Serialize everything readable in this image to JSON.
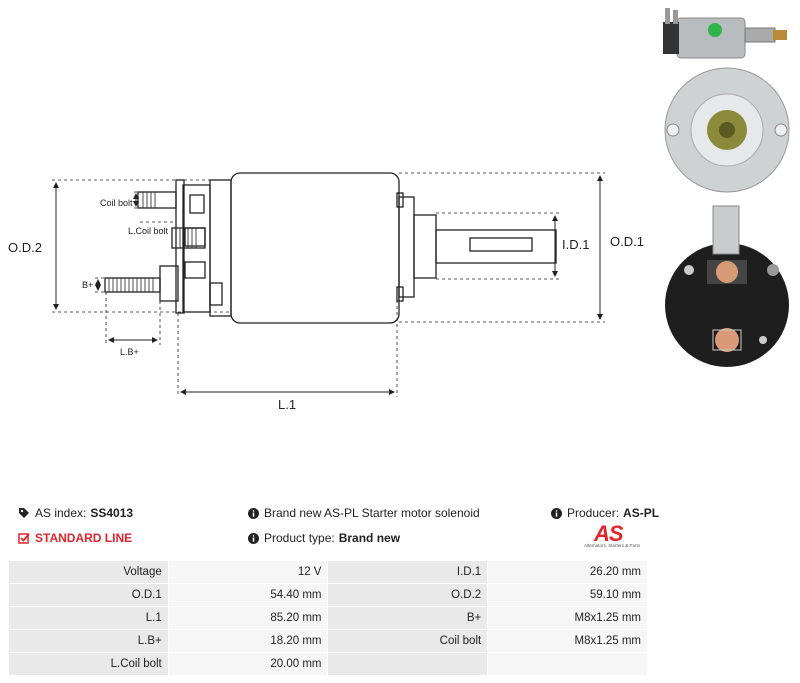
{
  "diagram": {
    "labels": {
      "od2": "O.D.2",
      "od1": "O.D.1",
      "id1": "I.D.1",
      "l1": "L.1",
      "coil_bolt": "Coil bolt",
      "l_coil_bolt": "L.Coil bolt",
      "b_plus": "B+",
      "l_b_plus": "L.B+"
    }
  },
  "header": {
    "as_index_label": "AS index:",
    "as_index_value": "SS4013",
    "line_label": "STANDARD LINE",
    "description": "Brand new AS-PL Starter motor solenoid",
    "product_type_label": "Product type:",
    "product_type_value": "Brand new",
    "producer_label": "Producer:",
    "producer_value": "AS-PL",
    "logo_text": "AS",
    "logo_subtext": "Alternators, Starters & Parts",
    "accent_color": "#e0262b"
  },
  "specs": [
    {
      "l1": "Voltage",
      "v1": "12 V",
      "l2": "I.D.1",
      "v2": "26.20 mm"
    },
    {
      "l1": "O.D.1",
      "v1": "54.40 mm",
      "l2": "O.D.2",
      "v2": "59.10 mm"
    },
    {
      "l1": "L.1",
      "v1": "85.20 mm",
      "l2": "B+",
      "v2": "M8x1.25 mm"
    },
    {
      "l1": "L.B+",
      "v1": "18.20 mm",
      "l2": "Coil bolt",
      "v2": "M8x1.25 mm"
    },
    {
      "l1": "L.Coil bolt",
      "v1": "20.00 mm",
      "l2": "",
      "v2": ""
    }
  ]
}
